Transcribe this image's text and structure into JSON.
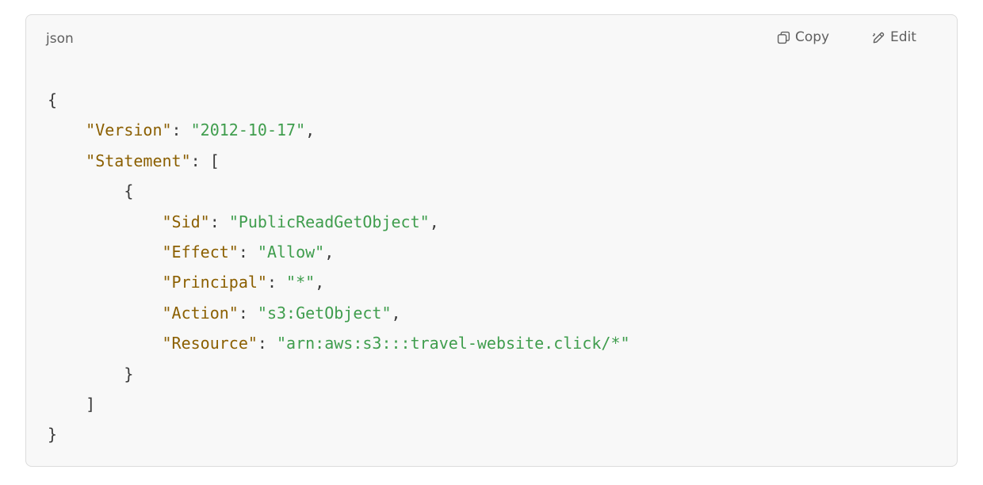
{
  "code_block": {
    "language": "json",
    "copy_label": "Copy",
    "edit_label": "Edit",
    "icons": {
      "copy": "copy-icon",
      "edit": "pencil-icon"
    },
    "colors": {
      "key": "#8b5f00",
      "string": "#3f9d4d",
      "punctuation": "#3a3a3a",
      "background": "#f8f8f8"
    },
    "lines": [
      {
        "indent": 0,
        "tokens": [
          {
            "t": "punc",
            "v": "{"
          }
        ]
      },
      {
        "indent": 1,
        "tokens": [
          {
            "t": "key",
            "v": "\"Version\""
          },
          {
            "t": "punc",
            "v": ": "
          },
          {
            "t": "str",
            "v": "\"2012-10-17\""
          },
          {
            "t": "punc",
            "v": ","
          }
        ]
      },
      {
        "indent": 1,
        "tokens": [
          {
            "t": "key",
            "v": "\"Statement\""
          },
          {
            "t": "punc",
            "v": ": ["
          }
        ]
      },
      {
        "indent": 2,
        "tokens": [
          {
            "t": "punc",
            "v": "{"
          }
        ]
      },
      {
        "indent": 3,
        "tokens": [
          {
            "t": "key",
            "v": "\"Sid\""
          },
          {
            "t": "punc",
            "v": ": "
          },
          {
            "t": "str",
            "v": "\"PublicReadGetObject\""
          },
          {
            "t": "punc",
            "v": ","
          }
        ]
      },
      {
        "indent": 3,
        "tokens": [
          {
            "t": "key",
            "v": "\"Effect\""
          },
          {
            "t": "punc",
            "v": ": "
          },
          {
            "t": "str",
            "v": "\"Allow\""
          },
          {
            "t": "punc",
            "v": ","
          }
        ]
      },
      {
        "indent": 3,
        "tokens": [
          {
            "t": "key",
            "v": "\"Principal\""
          },
          {
            "t": "punc",
            "v": ": "
          },
          {
            "t": "str",
            "v": "\"*\""
          },
          {
            "t": "punc",
            "v": ","
          }
        ]
      },
      {
        "indent": 3,
        "tokens": [
          {
            "t": "key",
            "v": "\"Action\""
          },
          {
            "t": "punc",
            "v": ": "
          },
          {
            "t": "str",
            "v": "\"s3:GetObject\""
          },
          {
            "t": "punc",
            "v": ","
          }
        ]
      },
      {
        "indent": 3,
        "tokens": [
          {
            "t": "key",
            "v": "\"Resource\""
          },
          {
            "t": "punc",
            "v": ": "
          },
          {
            "t": "str",
            "v": "\"arn:aws:s3:::travel-website.click/*\""
          }
        ]
      },
      {
        "indent": 2,
        "tokens": [
          {
            "t": "punc",
            "v": "}"
          }
        ]
      },
      {
        "indent": 1,
        "tokens": [
          {
            "t": "punc",
            "v": "]"
          }
        ]
      },
      {
        "indent": 0,
        "tokens": [
          {
            "t": "punc",
            "v": "}"
          }
        ]
      }
    ]
  }
}
